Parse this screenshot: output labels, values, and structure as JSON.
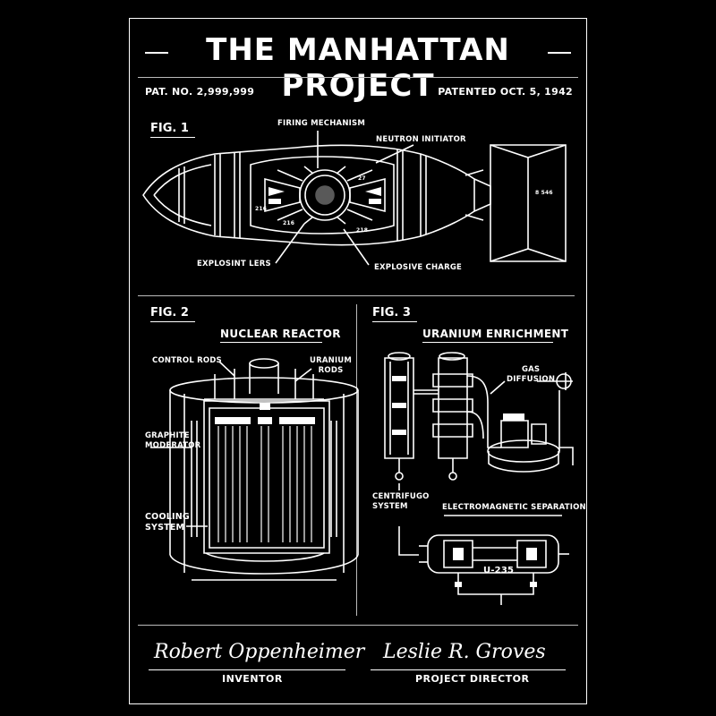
{
  "title": "THE MANHATTAN PROJECT",
  "patent_number": "PAT. NO. 2,999,999",
  "patent_date": "PATENTED OCT. 5, 1942",
  "fig1": {
    "label": "FIG. 1",
    "firing_mechanism": "FIRING MECHANISM",
    "neutron_initiator": "NEUTRON INITIATOR",
    "explosive_lens": "EXPLOSINT LERS",
    "explosive_charge": "EXPLOSIVE CHARGE",
    "small_27": "27",
    "small_216a": "216",
    "small_216b": "216",
    "small_218": "218",
    "small_tail": "8 546"
  },
  "fig2": {
    "label": "FIG. 2",
    "heading": "NUCLEAR REACTOR",
    "control_rods": "CONTROL RODS",
    "uranium_rods": "URANIUM\nRODS",
    "graphite_moderator": "GRAPHITE\nMODERATOR",
    "cooling_system": "COOLING\nSYSTEM"
  },
  "fig3": {
    "label": "FIG. 3",
    "heading": "URANIUM ENRICHMENT",
    "gas_diffusion": "GAS\nDIFFUSION",
    "centrifugo_system": "CENTRIFUGO\nSYSTEM",
    "electromagnetic_separation": "ELECTROMAGNETIC SEPARATION",
    "u235": "U-235"
  },
  "signatures": {
    "inventor_signature": "Robert Oppenheimer",
    "inventor_role": "INVENTOR",
    "director_signature": "Leslie R. Groves",
    "director_role": "PROJECT DIRECTOR"
  }
}
